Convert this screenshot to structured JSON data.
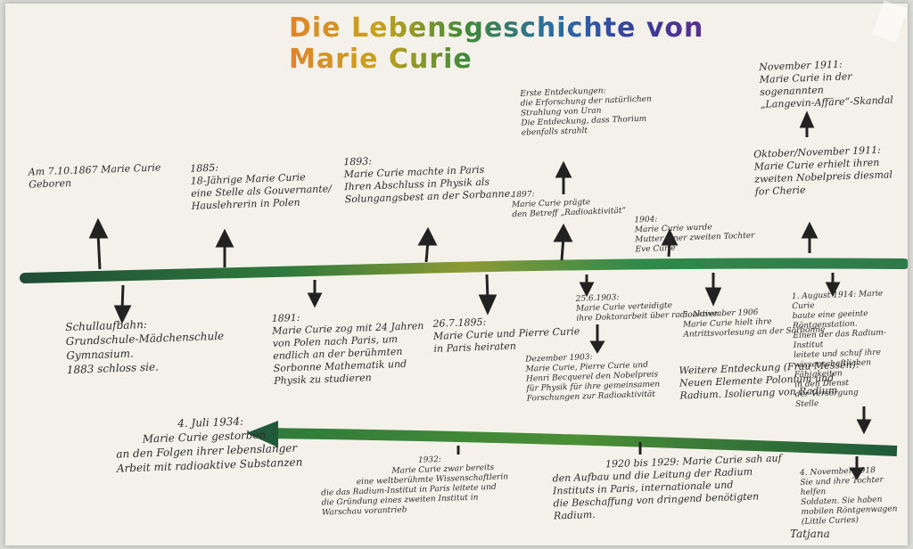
{
  "title": "Die Lebensgeschichte von Marie Curie",
  "notes": {
    "birth": [
      "Am 7.10.1867 Marie Curie",
      "Geboren"
    ],
    "y1885": [
      "1885:",
      "18-Jährige Marie Curie",
      "eine Stelle als Gouvernante/",
      "Hauslehrerin in Polen"
    ],
    "y1893": [
      "1893:",
      "Marie Curie machte in Paris",
      "Ihren Abschluss in Physik als",
      "Solungangsbest an der Sorbanne."
    ],
    "first_discovery": [
      "Erste Entdeckungen:",
      "die Erforschung der natürlichen",
      "Strahlung von Uran",
      "Die Entdeckung, dass Thorium",
      "ebenfalls strahlt"
    ],
    "y1897": [
      "1897:",
      "Marie Curie prägte",
      "den Betreff „Radioaktivität“"
    ],
    "y1904": [
      "1904:",
      "Marie Curie wurde",
      "Mutter einer zweiten Tochter",
      "Eve Curie"
    ],
    "nov1911": [
      "November 1911:",
      "Marie Curie in der sogenannten",
      "„Langevin-Affäre“-Skandal"
    ],
    "oct1911": [
      "Oktober/November 1911:",
      "Marie Curie erhielt ihren",
      "zweiten Nobelpreis diesmal",
      "for Cherie"
    ],
    "school": [
      "Schullaufbahn:",
      "Grundschule-Mädchenschule",
      "Gymnasium.",
      "1883 schloss sie."
    ],
    "y1891": [
      "1891:",
      "Marie Curie zog mit 24 Jahren",
      "von Polen nach Paris, um",
      "endlich an der berühmten",
      "Sorbonne Mathematik und",
      "Physik zu studieren"
    ],
    "y1895": [
      "26.7.1895:",
      "Marie Curie und Pierre Curie",
      "in Paris heiraten"
    ],
    "y1903a": [
      "25.6.1903:",
      "Marie Curie verteidigte",
      "ihre Doktorarbeit über radioaktive."
    ],
    "dec1903": [
      "Dezember 1903:",
      "Marie Curie, Pierre Curie und",
      "Henri Becquerel den Nobelpreis",
      "für Physik für ihre gemeinsamen",
      "Forschungen zur Radioaktivität"
    ],
    "nov1906": [
      "5. November 1906",
      "Marie Curie hielt ihre",
      "Antrittsvorlesung an der Sorbonne"
    ],
    "further": [
      "Weitere Entdeckung (Frau Messen):",
      "Neuen Elemente Polonium und",
      "Radium. Isolierung von Radium"
    ],
    "aug1914": [
      "1. August 1914: Marie Curie",
      "baute eine geeinte Röntgenstation.",
      "Einen der das Radium-Institut",
      "leitete und schuf ihre",
      "wissenschaftlichen Fähigkeiten",
      "in den Dienst",
      "der Versorgung",
      "Stelle"
    ],
    "death": [
      "4. Juli 1934:",
      "Marie Curie gestorben",
      "an den Folgen ihrer lebenslanger",
      "Arbeit mit radioaktive Substanzen"
    ],
    "y1932": [
      "1932:",
      "Marie Curie zwar bereits",
      "eine weltberühmte Wissenschaftlerin",
      "die das Radium-Institut in Paris leitete und",
      "die Gründung eines zweiten Institut in",
      "Warschau vorantrieb"
    ],
    "y1920": [
      "1920 bis 1929: Marie Curie sah auf",
      "den Aufbau und die Leitung der Radium",
      "Instituts in Paris, internationale und",
      "die Beschaffung von dringend benötigten",
      "Radium."
    ],
    "nov1918": [
      "4. November 1918",
      "Sie und ihre Tochter helfen",
      "Soldaten. Sie haben",
      "mobilen Röntgenwagen (Little Curies)"
    ],
    "signature": "Tatjana"
  },
  "colors": {
    "line_dark": "#1f5a3a",
    "line_mid": "#3f8f3c",
    "line_yellow": "#a9a83a",
    "arrow": "#222222"
  }
}
